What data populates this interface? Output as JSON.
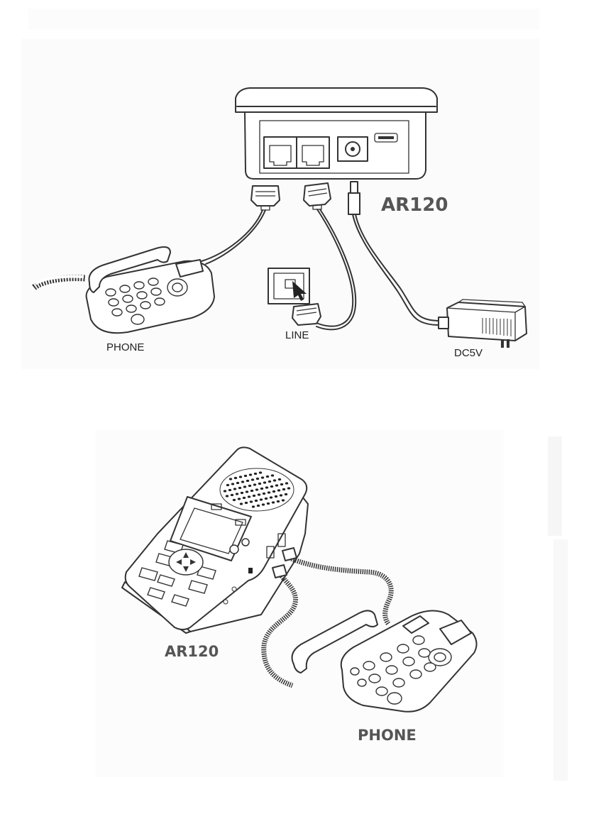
{
  "top_diagram": {
    "device_label": "AR120",
    "phone_label": "PHONE",
    "line_label": "LINE",
    "power_label": "DC5V"
  },
  "bottom_diagram": {
    "device_label": "AR120",
    "phone_label": "PHONE"
  }
}
